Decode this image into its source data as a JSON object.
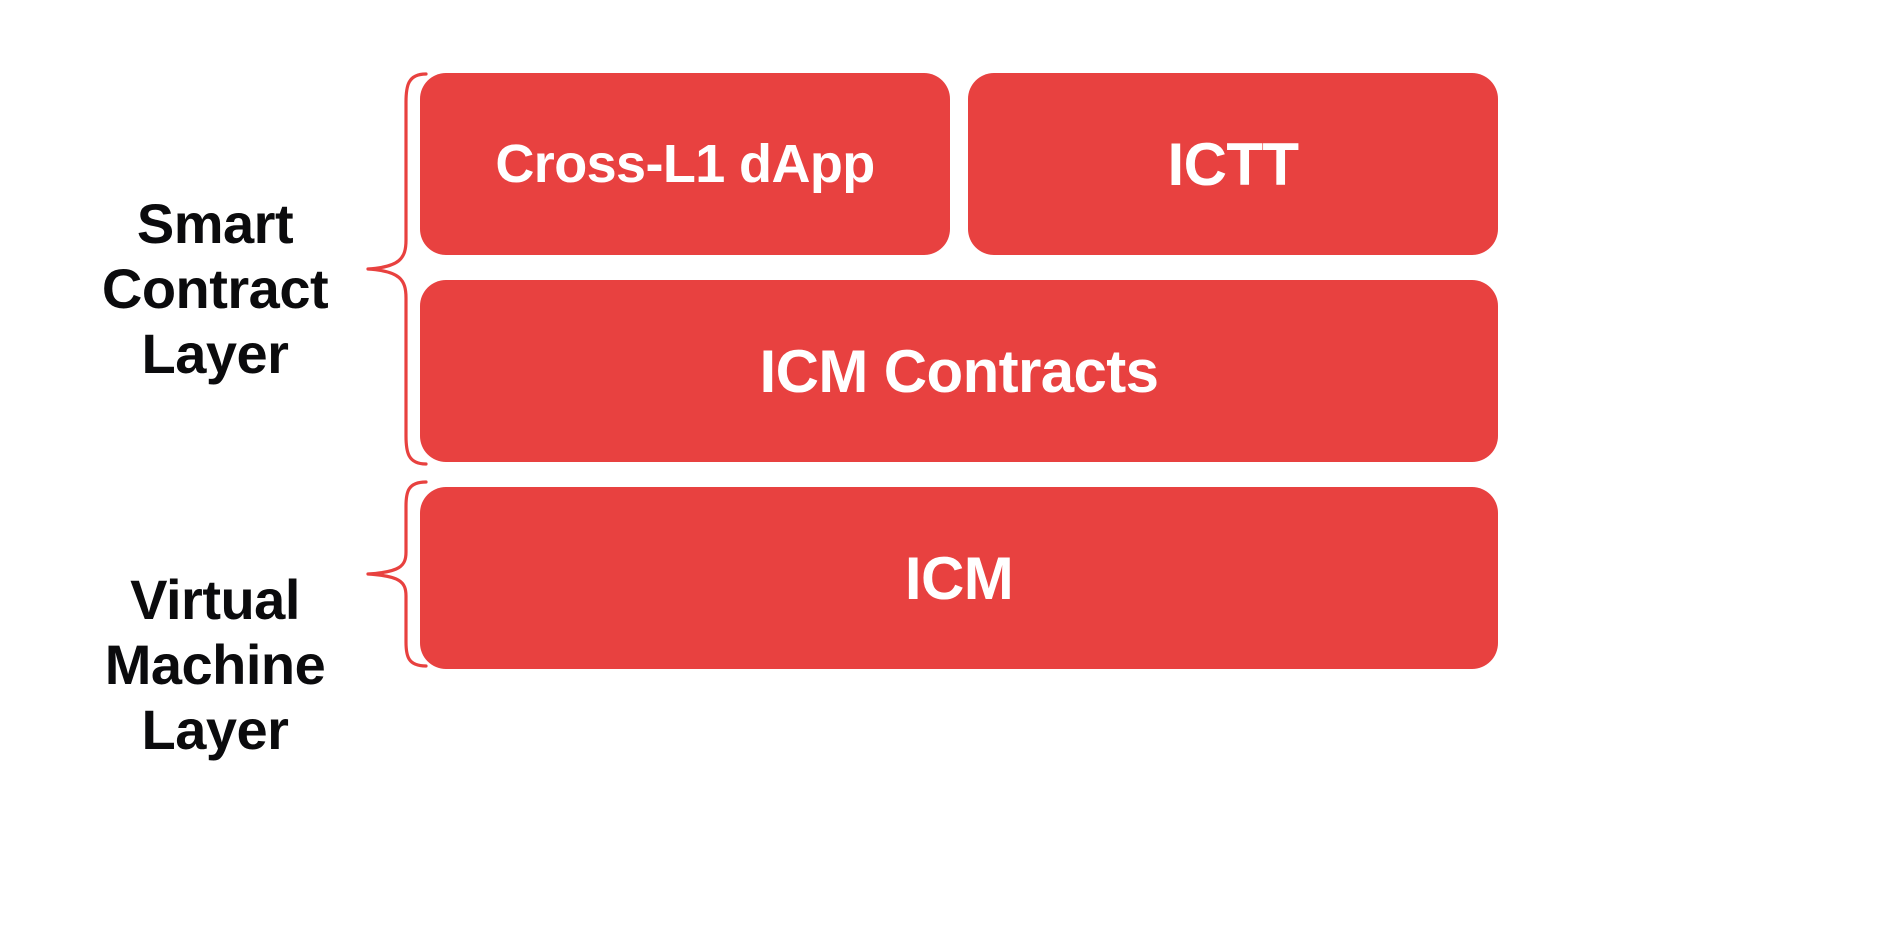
{
  "diagram": {
    "title": "Smart Contract and Virtual Machine Layer Stack",
    "background_color": "#ffffff",
    "accent_color": "#E84140",
    "brace_color": "#E8413F",
    "label_color": "#0b0b0d",
    "box_text_color": "#ffffff"
  },
  "layers": [
    {
      "id": "smart-contract-layer",
      "label": "Smart\nContract\nLayer",
      "brace_name": "brace-smart-contract",
      "boxes": [
        "cross-l1-dapp",
        "ictt",
        "icm-contracts"
      ]
    },
    {
      "id": "virtual-machine-layer",
      "label": "Virtual\nMachine\nLayer",
      "brace_name": "brace-virtual-machine",
      "boxes": [
        "icm"
      ]
    }
  ],
  "boxes": {
    "cross_l1_dapp": {
      "label": "Cross-L1 dApp",
      "color": "#E84140",
      "row": 1,
      "column": 1
    },
    "ictt": {
      "label": "ICTT",
      "color": "#E84140",
      "row": 1,
      "column": 2
    },
    "icm_contracts": {
      "label": "ICM Contracts",
      "color": "#E84140",
      "row": 2,
      "column": "full"
    },
    "icm": {
      "label": "ICM",
      "color": "#E84140",
      "row": 3,
      "column": "full"
    }
  }
}
